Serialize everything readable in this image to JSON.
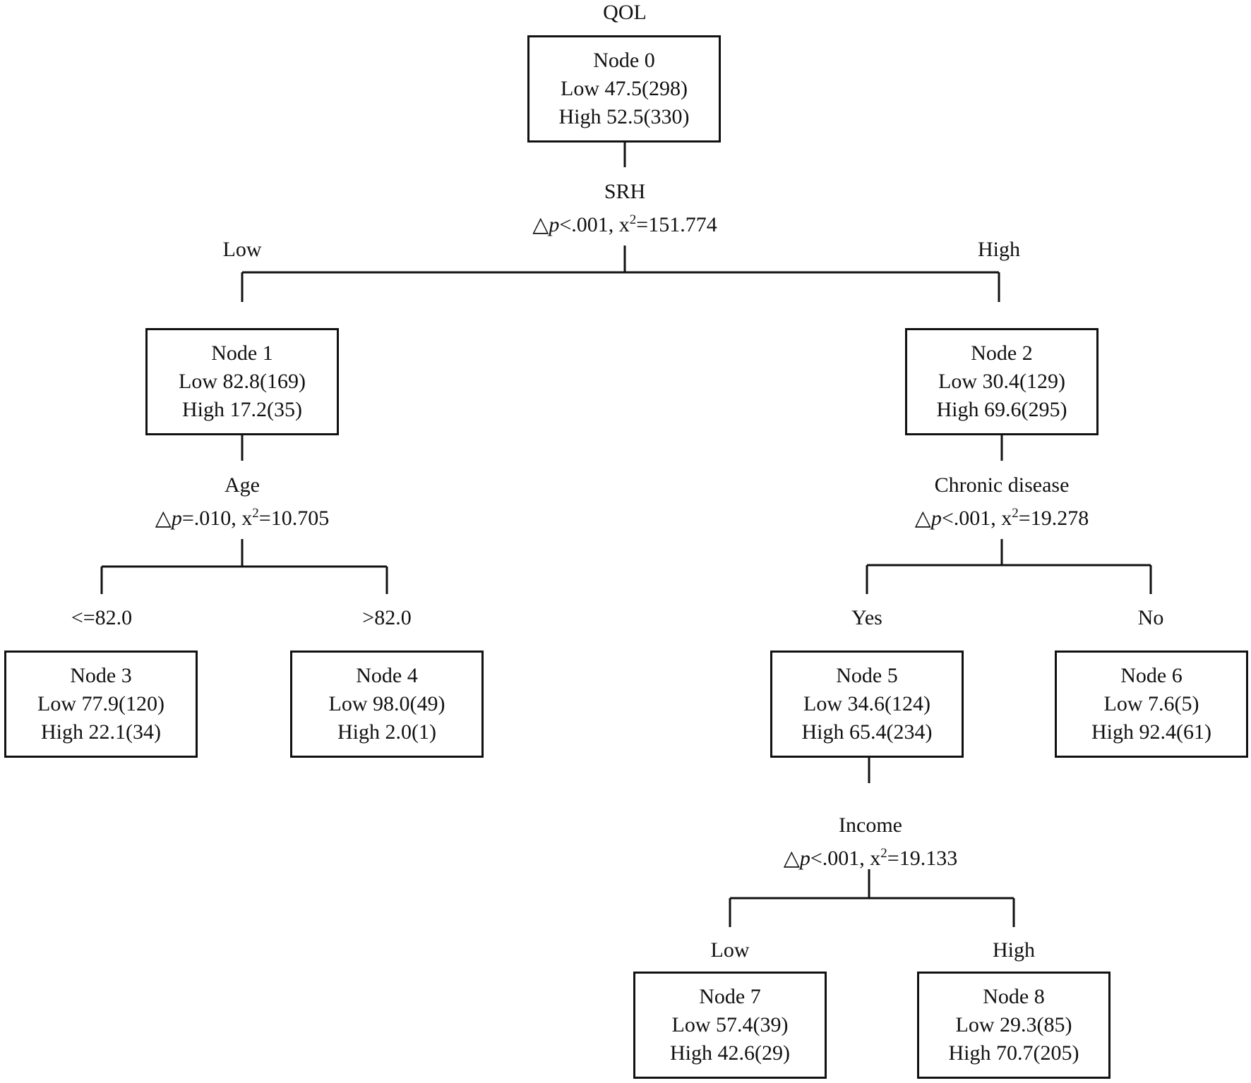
{
  "diagram": {
    "root_label": "QOL",
    "nodes": {
      "n0": {
        "title": "Node 0",
        "low": "Low 47.5(298)",
        "high": "High 52.5(330)"
      },
      "n1": {
        "title": "Node 1",
        "low": "Low 82.8(169)",
        "high": "High 17.2(35)"
      },
      "n2": {
        "title": "Node 2",
        "low": "Low 30.4(129)",
        "high": "High 69.6(295)"
      },
      "n3": {
        "title": "Node 3",
        "low": "Low 77.9(120)",
        "high": "High 22.1(34)"
      },
      "n4": {
        "title": "Node 4",
        "low": "Low 98.0(49)",
        "high": "High 2.0(1)"
      },
      "n5": {
        "title": "Node 5",
        "low": "Low 34.6(124)",
        "high": "High 65.4(234)"
      },
      "n6": {
        "title": "Node 6",
        "low": "Low 7.6(5)",
        "high": "High 92.4(61)"
      },
      "n7": {
        "title": "Node 7",
        "low": "Low 57.4(39)",
        "high": "High 42.6(29)"
      },
      "n8": {
        "title": "Node 8",
        "low": "Low 29.3(85)",
        "high": "High 70.7(205)"
      }
    },
    "splits": {
      "s0": {
        "variable": "SRH",
        "delta": "△",
        "p_symbol": "p",
        "p_value": "<.001, x",
        "exp": "2",
        "chi": "=151.774"
      },
      "s1": {
        "variable": "Age",
        "delta": "△",
        "p_symbol": "p",
        "p_value": "=.010, x",
        "exp": "2",
        "chi": "=10.705"
      },
      "s2": {
        "variable": "Chronic disease",
        "delta": "△",
        "p_symbol": "p",
        "p_value": "<.001, x",
        "exp": "2",
        "chi": "=19.278"
      },
      "s5": {
        "variable": "Income",
        "delta": "△",
        "p_symbol": "p",
        "p_value": "<.001, x",
        "exp": "2",
        "chi": "=19.133"
      }
    },
    "branches": {
      "b0_left": "Low",
      "b0_right": "High",
      "b1_left": "<=82.0",
      "b1_right": ">82.0",
      "b2_left": "Yes",
      "b2_right": "No",
      "b5_left": "Low",
      "b5_right": "High"
    }
  }
}
